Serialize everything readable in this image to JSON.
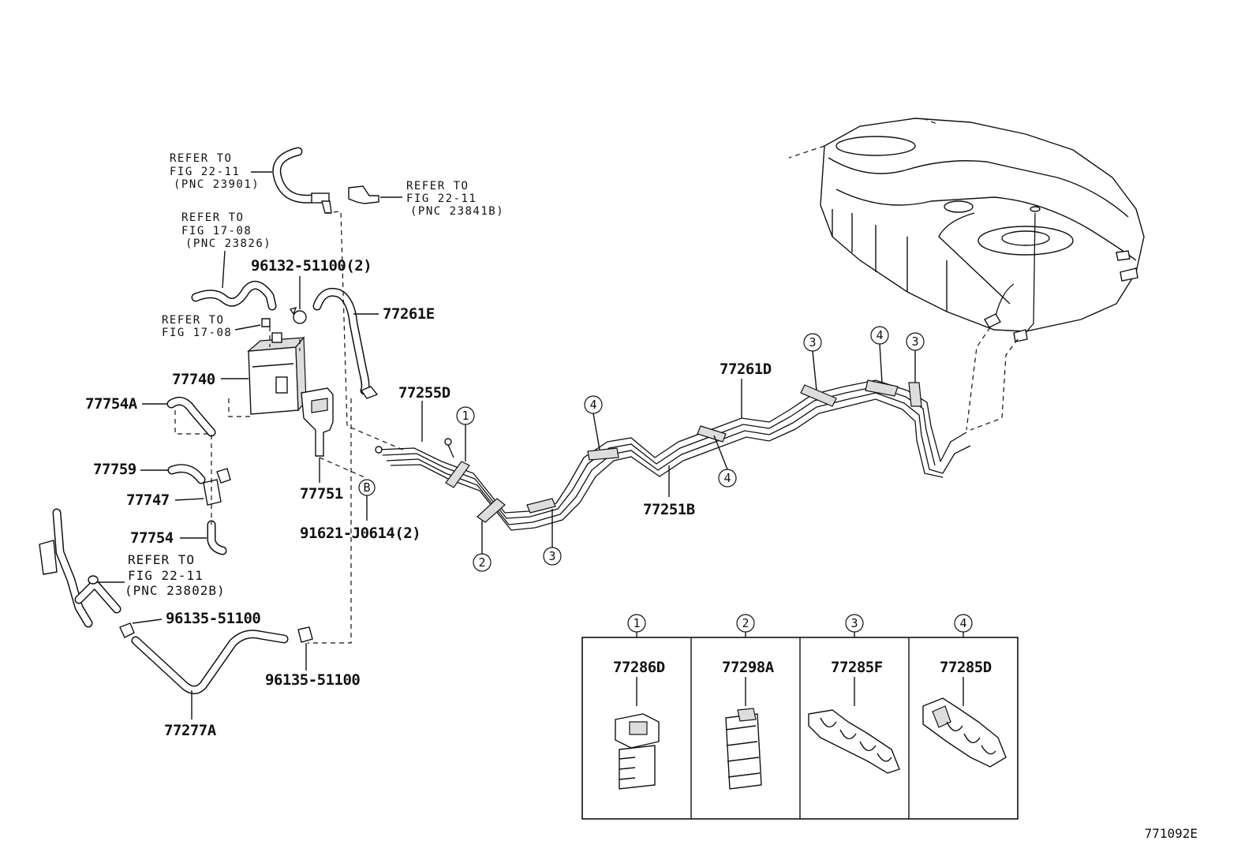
{
  "diagram_id": "771092E",
  "refs": {
    "r_22_11_23901": [
      "REFER TO",
      "FIG 22-11",
      "(PNC 23901)"
    ],
    "r_22_11_23841b": [
      "REFER TO",
      "FIG 22-11",
      "(PNC 23841B)"
    ],
    "r_17_08_23826": [
      "REFER TO",
      "FIG 17-08",
      "(PNC 23826)"
    ],
    "r_17_08": [
      "REFER TO",
      "FIG 17-08"
    ],
    "r_22_11_23802b": [
      "REFER TO",
      "FIG 22-11",
      "(PNC 23802B)"
    ]
  },
  "parts": {
    "p96132": "96132-51100(2)",
    "p77261E": "77261E",
    "p77740": "77740",
    "p77754A": "77754A",
    "p77255D": "77255D",
    "p77261D": "77261D",
    "p77759": "77759",
    "p77747": "77747",
    "p77751": "77751",
    "p77754": "77754",
    "p91621": "91621-J0614(2)",
    "p77251B": "77251B",
    "p96135a": "96135-51100",
    "p96135b": "96135-51100",
    "p77277A": "77277A"
  },
  "callouts": {
    "c1": "1",
    "c2": "2",
    "c3": "3",
    "c4": "4",
    "cB": "B"
  },
  "legend": [
    {
      "num": "1",
      "part": "77286D"
    },
    {
      "num": "2",
      "part": "77298A"
    },
    {
      "num": "3",
      "part": "77285F"
    },
    {
      "num": "4",
      "part": "77285D"
    }
  ]
}
